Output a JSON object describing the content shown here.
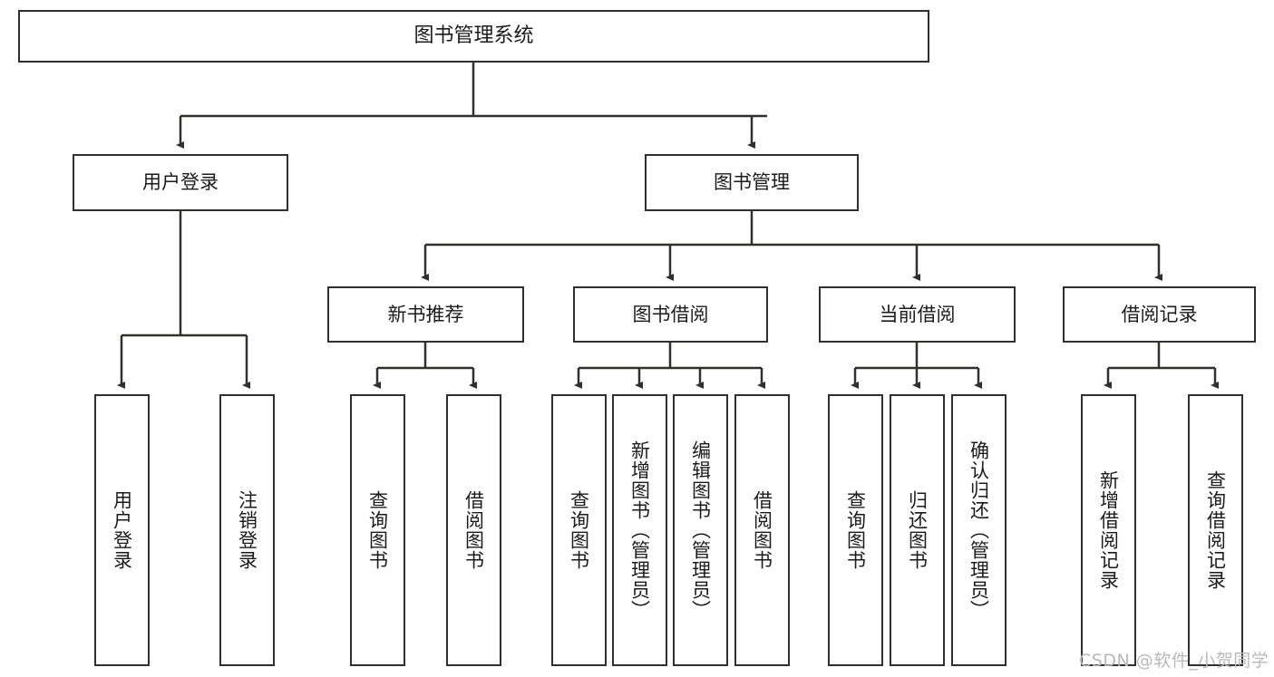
{
  "diagram": {
    "title_text": "图书管理系统",
    "watermark": "CSDN @软件_小贺同学",
    "colors": {
      "stroke": "#30302f",
      "fill": "#ffffff",
      "text": "#1b1b1b",
      "watermark": "#b9b9b9"
    },
    "levels": {
      "root": {
        "label": "图书管理系统"
      },
      "level2": [
        {
          "label": "用户登录"
        },
        {
          "label": "图书管理"
        }
      ],
      "level3": [
        {
          "label": "新书推荐"
        },
        {
          "label": "图书借阅"
        },
        {
          "label": "当前借阅"
        },
        {
          "label": "借阅记录"
        }
      ],
      "leaves_user_login": [
        {
          "label": "用户登录"
        },
        {
          "label": "注销登录"
        }
      ],
      "leaves_new_book": [
        {
          "label": "查询图书"
        },
        {
          "label": "借阅图书"
        }
      ],
      "leaves_borrow": [
        {
          "label": "查询图书"
        },
        {
          "label": "新增图书（管理员）"
        },
        {
          "label": "编辑图书（管理员）"
        },
        {
          "label": "借阅图书"
        }
      ],
      "leaves_current": [
        {
          "label": "查询图书"
        },
        {
          "label": "归还图书"
        },
        {
          "label": "确认归还（管理员）"
        }
      ],
      "leaves_record": [
        {
          "label": "新增借阅记录"
        },
        {
          "label": "查询借阅记录"
        }
      ]
    }
  }
}
